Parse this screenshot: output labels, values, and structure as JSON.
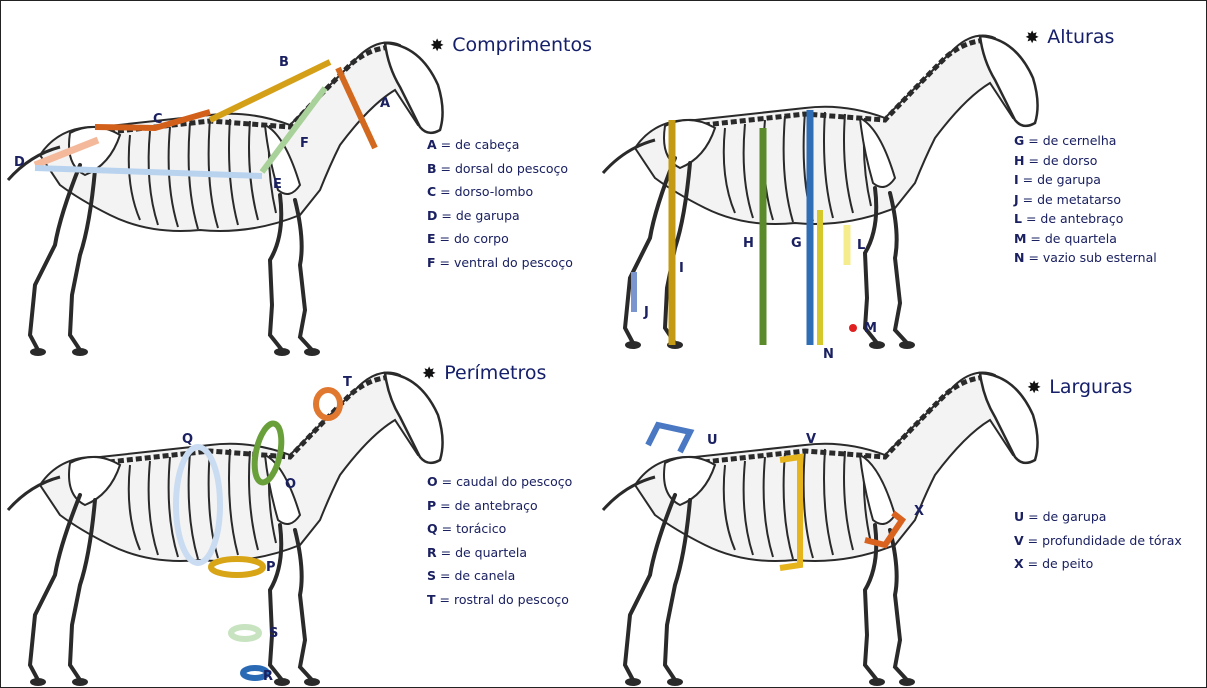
{
  "sections": {
    "comprimentos": {
      "title": "Comprimentos",
      "items": [
        {
          "key": "A",
          "text": "de cabeça"
        },
        {
          "key": "B",
          "text": "dorsal do pescoço"
        },
        {
          "key": "C",
          "text": "dorso-lombo"
        },
        {
          "key": "D",
          "text": "de garupa"
        },
        {
          "key": "E",
          "text": "do corpo"
        },
        {
          "key": "F",
          "text": "ventral do pescoço"
        }
      ]
    },
    "alturas": {
      "title": "Alturas",
      "items": [
        {
          "key": "G",
          "text": "de cernelha"
        },
        {
          "key": "H",
          "text": "de dorso"
        },
        {
          "key": "I",
          "text": "de garupa"
        },
        {
          "key": "J",
          "text": "de metatarso"
        },
        {
          "key": "L",
          "text": "de antebraço"
        },
        {
          "key": "M",
          "text": "de quartela"
        },
        {
          "key": "N",
          "text": "vazio sub esternal"
        }
      ]
    },
    "perimetros": {
      "title": "Perímetros",
      "items": [
        {
          "key": "O",
          "text": "caudal do pescoço"
        },
        {
          "key": "P",
          "text": "de antebraço"
        },
        {
          "key": "Q",
          "text": "torácico"
        },
        {
          "key": "R",
          "text": "de quartela"
        },
        {
          "key": "S",
          "text": "de canela"
        },
        {
          "key": "T",
          "text": "rostral do pescoço"
        }
      ]
    },
    "larguras": {
      "title": "Larguras",
      "items": [
        {
          "key": "U",
          "text": "de garupa"
        },
        {
          "key": "V",
          "text": "profundidade de tórax"
        },
        {
          "key": "X",
          "text": "de peito"
        }
      ]
    }
  },
  "marker_labels": {
    "A": "A",
    "B": "B",
    "C": "C",
    "D": "D",
    "E": "E",
    "F": "F",
    "G": "G",
    "H": "H",
    "I": "I",
    "J": "J",
    "L": "L",
    "M": "M",
    "N": "N",
    "O": "O",
    "P": "P",
    "Q": "Q",
    "R": "R",
    "S": "S",
    "T": "T",
    "U": "U",
    "V": "V",
    "X": "X"
  },
  "colors": {
    "A": "#d2691e",
    "B": "#d4a017",
    "C": "#d2601a",
    "D": "#f4b89a",
    "E": "#b9d3ef",
    "F": "#a9d19a",
    "G": "#2f6db5",
    "H": "#5a8a2a",
    "I": "#c49a14",
    "J": "#7b95cf",
    "L": "#f5ec8e",
    "M": "#e02020",
    "N": "#d4c82a",
    "O": "#6aa03a",
    "P": "#d8a517",
    "Q": "#cadcf2",
    "R": "#2a6ab5",
    "S": "#c8e3c0",
    "T": "#e07830",
    "U": "#4a78c2",
    "V": "#e6b41c",
    "X": "#d8621e",
    "skeleton": "#2a2a2a",
    "title_text": "#16206a",
    "legend_text": "#1a2060"
  }
}
